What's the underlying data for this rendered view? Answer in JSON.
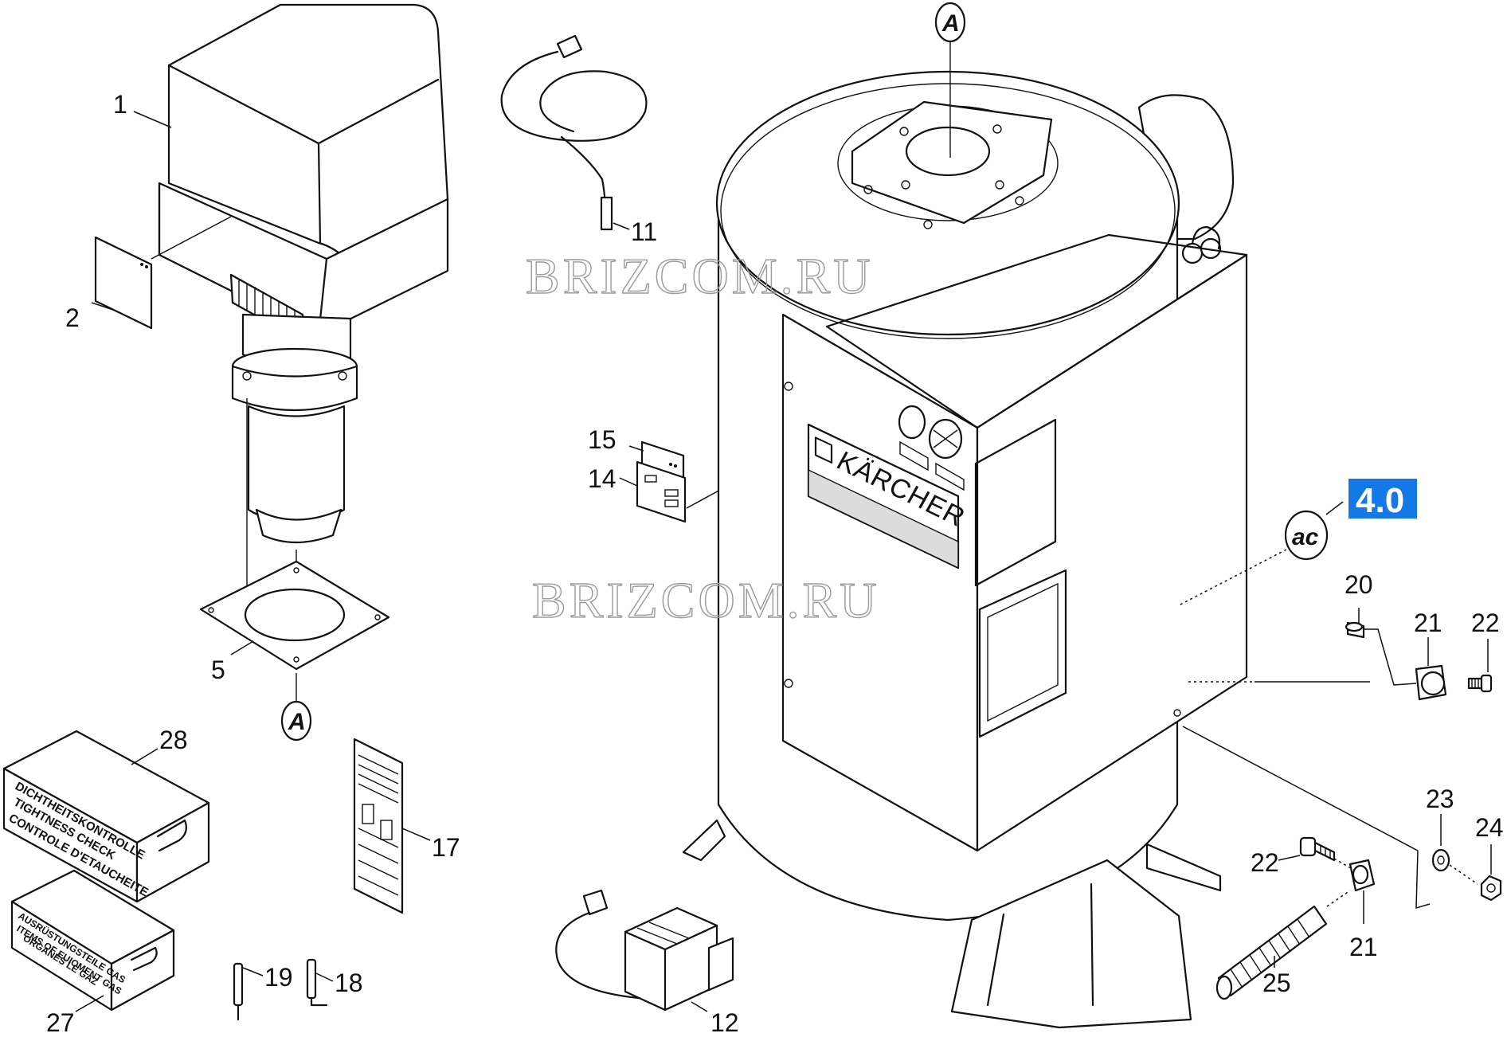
{
  "watermark": {
    "text": "BRIZCOM.RU"
  },
  "brand_label": "KÄRCHER",
  "section_badge": {
    "text": "4.0",
    "color": "#1478e6"
  },
  "view_refs": {
    "a_top": "A",
    "a_bottom": "A",
    "ac": "ac"
  },
  "boxes": {
    "box28": [
      "DICHTHEITSKONTROLLE",
      "TIGHTNESS CHECK",
      "CONTROLE D'ETAUCHEITE"
    ],
    "box27": [
      "AUSRÜSTUNGSTEILE GAS",
      "ITEMS OF EUIOMENT GAS",
      "ORGANES LE GAZ"
    ]
  },
  "part_numbers": {
    "p1": "1",
    "p2": "2",
    "p5": "5",
    "p11": "11",
    "p12": "12",
    "p14": "14",
    "p15": "15",
    "p17": "17",
    "p18": "18",
    "p19": "19",
    "p20": "20",
    "p21a": "21",
    "p21b": "21",
    "p22a": "22",
    "p22b": "22",
    "p23": "23",
    "p24": "24",
    "p25": "25",
    "p27": "27",
    "p28": "28"
  },
  "colors": {
    "line": "#111111",
    "background": "#ffffff",
    "watermark": "#9a9a9a",
    "panel_stripe": "#dcdcdc"
  }
}
